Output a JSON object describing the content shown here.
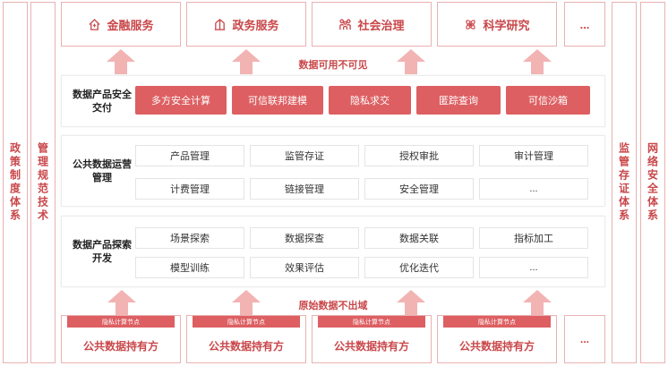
{
  "left_columns": [
    {
      "label": "政策制度体系"
    },
    {
      "label": "管理规范技术"
    }
  ],
  "right_columns": [
    {
      "label": "监管存证体系"
    },
    {
      "label": "网络安全体系"
    }
  ],
  "top_apps": [
    {
      "label": "金融服务",
      "icon": "house-icon"
    },
    {
      "label": "政务服务",
      "icon": "building-icon"
    },
    {
      "label": "社会治理",
      "icon": "people-icon"
    },
    {
      "label": "科学研究",
      "icon": "atom-icon"
    },
    {
      "label": "..."
    }
  ],
  "captions": {
    "top": "数据可用不可见",
    "bottom": "原始数据不出域"
  },
  "layers": {
    "delivery": {
      "label": "数据产品安全交付",
      "items": [
        "多方安全计算",
        "可信联邦建模",
        "隐私求交",
        "匿踪查询",
        "可信沙箱"
      ]
    },
    "operation": {
      "label": "公共数据运营管理",
      "rows": [
        [
          "产品管理",
          "监管存证",
          "授权审批",
          "审计管理"
        ],
        [
          "计费管理",
          "链接管理",
          "安全管理",
          "..."
        ]
      ]
    },
    "explore": {
      "label": "数据产品探索开发",
      "rows": [
        [
          "场景探索",
          "数据探查",
          "数据关联",
          "指标加工"
        ],
        [
          "模型训练",
          "效果评估",
          "优化迭代",
          "..."
        ]
      ]
    }
  },
  "holders": {
    "tag": "隐私计算节点",
    "title": "公共数据持有方",
    "more": "..."
  },
  "colors": {
    "accent": "#dd5f62",
    "text_accent": "#c9474a",
    "arrow": "#f2b3b3",
    "border": "#e9b2b2"
  }
}
